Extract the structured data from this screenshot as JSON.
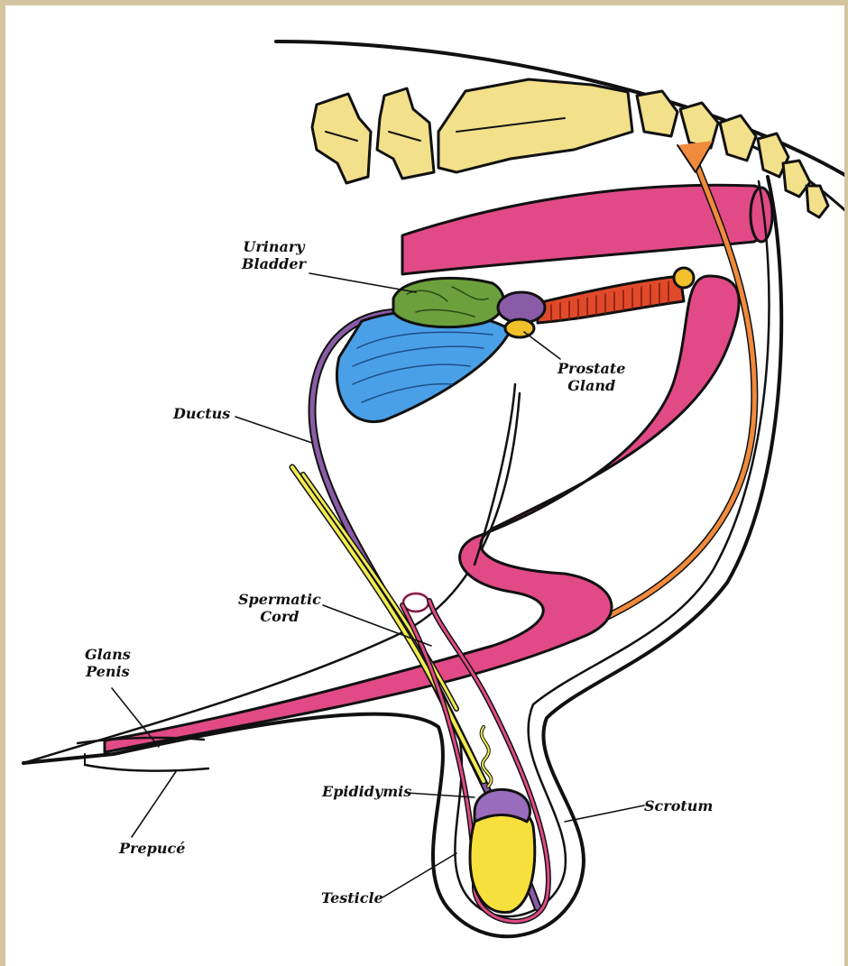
{
  "labels": {
    "urinary_bladder": [
      "Urinary",
      "Bladder"
    ],
    "prostate_gland": [
      "Prostate",
      "Gland"
    ],
    "ductus": "Ductus",
    "spermatic_cord": [
      "Spermatic",
      "Cord"
    ],
    "glans_penis": [
      "Glans",
      "Penis"
    ],
    "prepuce": "Prepucé",
    "epididymis": "Epididymis",
    "scrotum": "Scrotum",
    "testicle": "Testicle"
  },
  "colors": {
    "frame": "#d4c4a0",
    "vertebrae": "#f2e08a",
    "rectum": "#e14a86",
    "urethra_red": "#e04a2a",
    "bladder_blue": "#4aa0e6",
    "seminal_green": "#6ca03c",
    "prostate_yellow": "#f2c02a",
    "ampulla_purple": "#8a5ca8",
    "nerve_orange": "#f08a3c",
    "vessel_yellow": "#f0ec50",
    "testicle_yellow": "#f7e03c"
  }
}
